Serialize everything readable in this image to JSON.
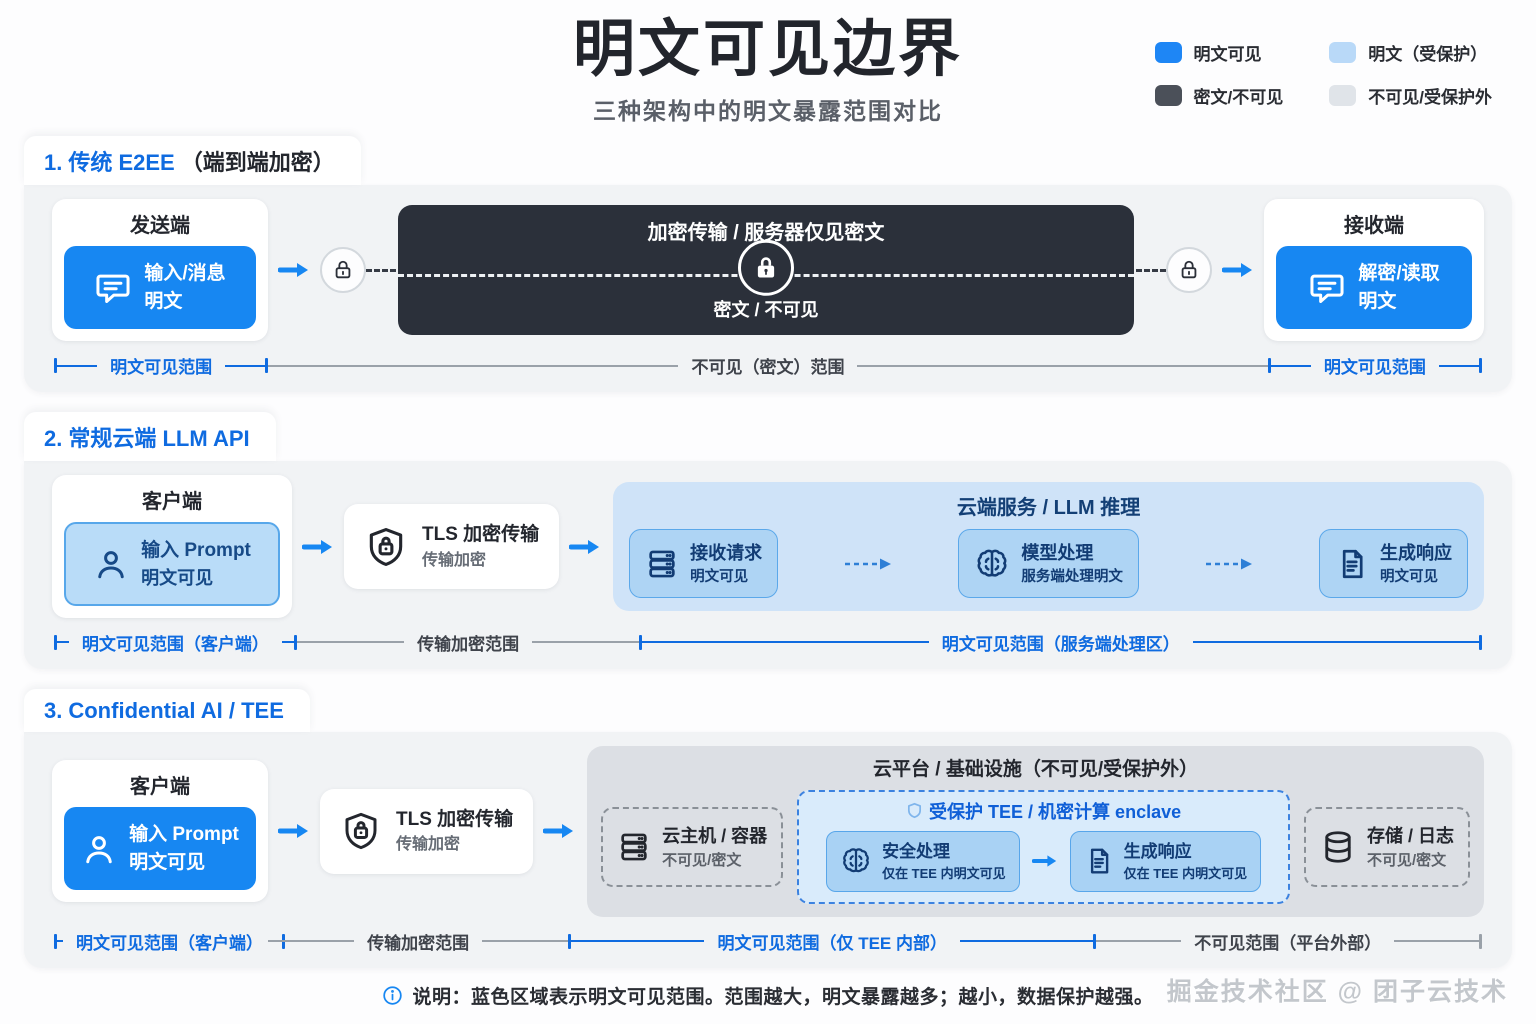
{
  "page": {
    "title": "明文可见边界",
    "subtitle": "三种架构中的明文暴露范围对比",
    "footer_note": "说明：蓝色区域表示明文可见范围。范围越大，明文暴露越多；越小，数据保护越强。",
    "watermark": "掘金技术社区 @ 团子云技术"
  },
  "colors": {
    "accent_blue": "#1787f2",
    "protected_light_blue": "#b9d9f8",
    "cipher_dark": "#2b303a",
    "outside_light_gray": "#e0e4e9",
    "blue_text": "#0f6be0"
  },
  "legend": {
    "items": [
      {
        "label": "明文可见",
        "color": "#1e86f5"
      },
      {
        "label": "明文（受保护）",
        "color": "#b9d9f8"
      },
      {
        "label": "密文/不可见",
        "color": "#4b5059"
      },
      {
        "label": "不可见/受保护外",
        "color": "#e0e4e9"
      }
    ]
  },
  "section1": {
    "number": "1.",
    "title": "传统 E2EE",
    "title_suffix": "（端到端加密）",
    "sender": {
      "title": "发送端",
      "line1": "输入/消息",
      "line2": "明文"
    },
    "cipher_box": {
      "title": "加密传输 / 服务器仅见密文",
      "bottom": "密文 / 不可见"
    },
    "receiver": {
      "title": "接收端",
      "line1": "解密/读取",
      "line2": "明文"
    },
    "measures": [
      {
        "label": "明文可见范围"
      },
      {
        "label": "不可见（密文）范围"
      },
      {
        "label": "明文可见范围"
      }
    ]
  },
  "section2": {
    "number": "2.",
    "title": "常规云端 LLM API",
    "client": {
      "title": "客户端",
      "line1": "输入 Prompt",
      "line2": "明文可见"
    },
    "tls": {
      "title": "TLS 加密传输",
      "sub": "传输加密"
    },
    "cloud": {
      "title": "云端服务 / LLM 推理",
      "nodes": [
        {
          "line1": "接收请求",
          "line2": "明文可见"
        },
        {
          "line1": "模型处理",
          "line2": "服务端处理明文"
        },
        {
          "line1": "生成响应",
          "line2": "明文可见"
        }
      ]
    },
    "measures": [
      {
        "label": "明文可见范围（客户端）"
      },
      {
        "label": "传输加密范围"
      },
      {
        "label": "明文可见范围（服务端处理区）"
      }
    ]
  },
  "section3": {
    "number": "3.",
    "title": "Confidential AI / TEE",
    "client": {
      "title": "客户端",
      "line1": "输入 Prompt",
      "line2": "明文可见"
    },
    "tls": {
      "title": "TLS 加密传输",
      "sub": "传输加密"
    },
    "platform": {
      "title": "云平台 / 基础设施（不可见/受保护外）",
      "host": {
        "line1": "云主机 / 容器",
        "line2": "不可见/密文"
      },
      "tee": {
        "title": "受保护 TEE / 机密计算 enclave",
        "nodes": [
          {
            "line1": "安全处理",
            "line2": "仅在 TEE 内明文可见"
          },
          {
            "line1": "生成响应",
            "line2": "仅在 TEE 内明文可见"
          }
        ]
      },
      "storage": {
        "line1": "存储 / 日志",
        "line2": "不可见/密文"
      }
    },
    "measures": [
      {
        "label": "明文可见范围（客户端）"
      },
      {
        "label": "传输加密范围"
      },
      {
        "label": "明文可见范围（仅 TEE 内部）"
      },
      {
        "label": "不可见范围（平台外部）"
      }
    ]
  }
}
